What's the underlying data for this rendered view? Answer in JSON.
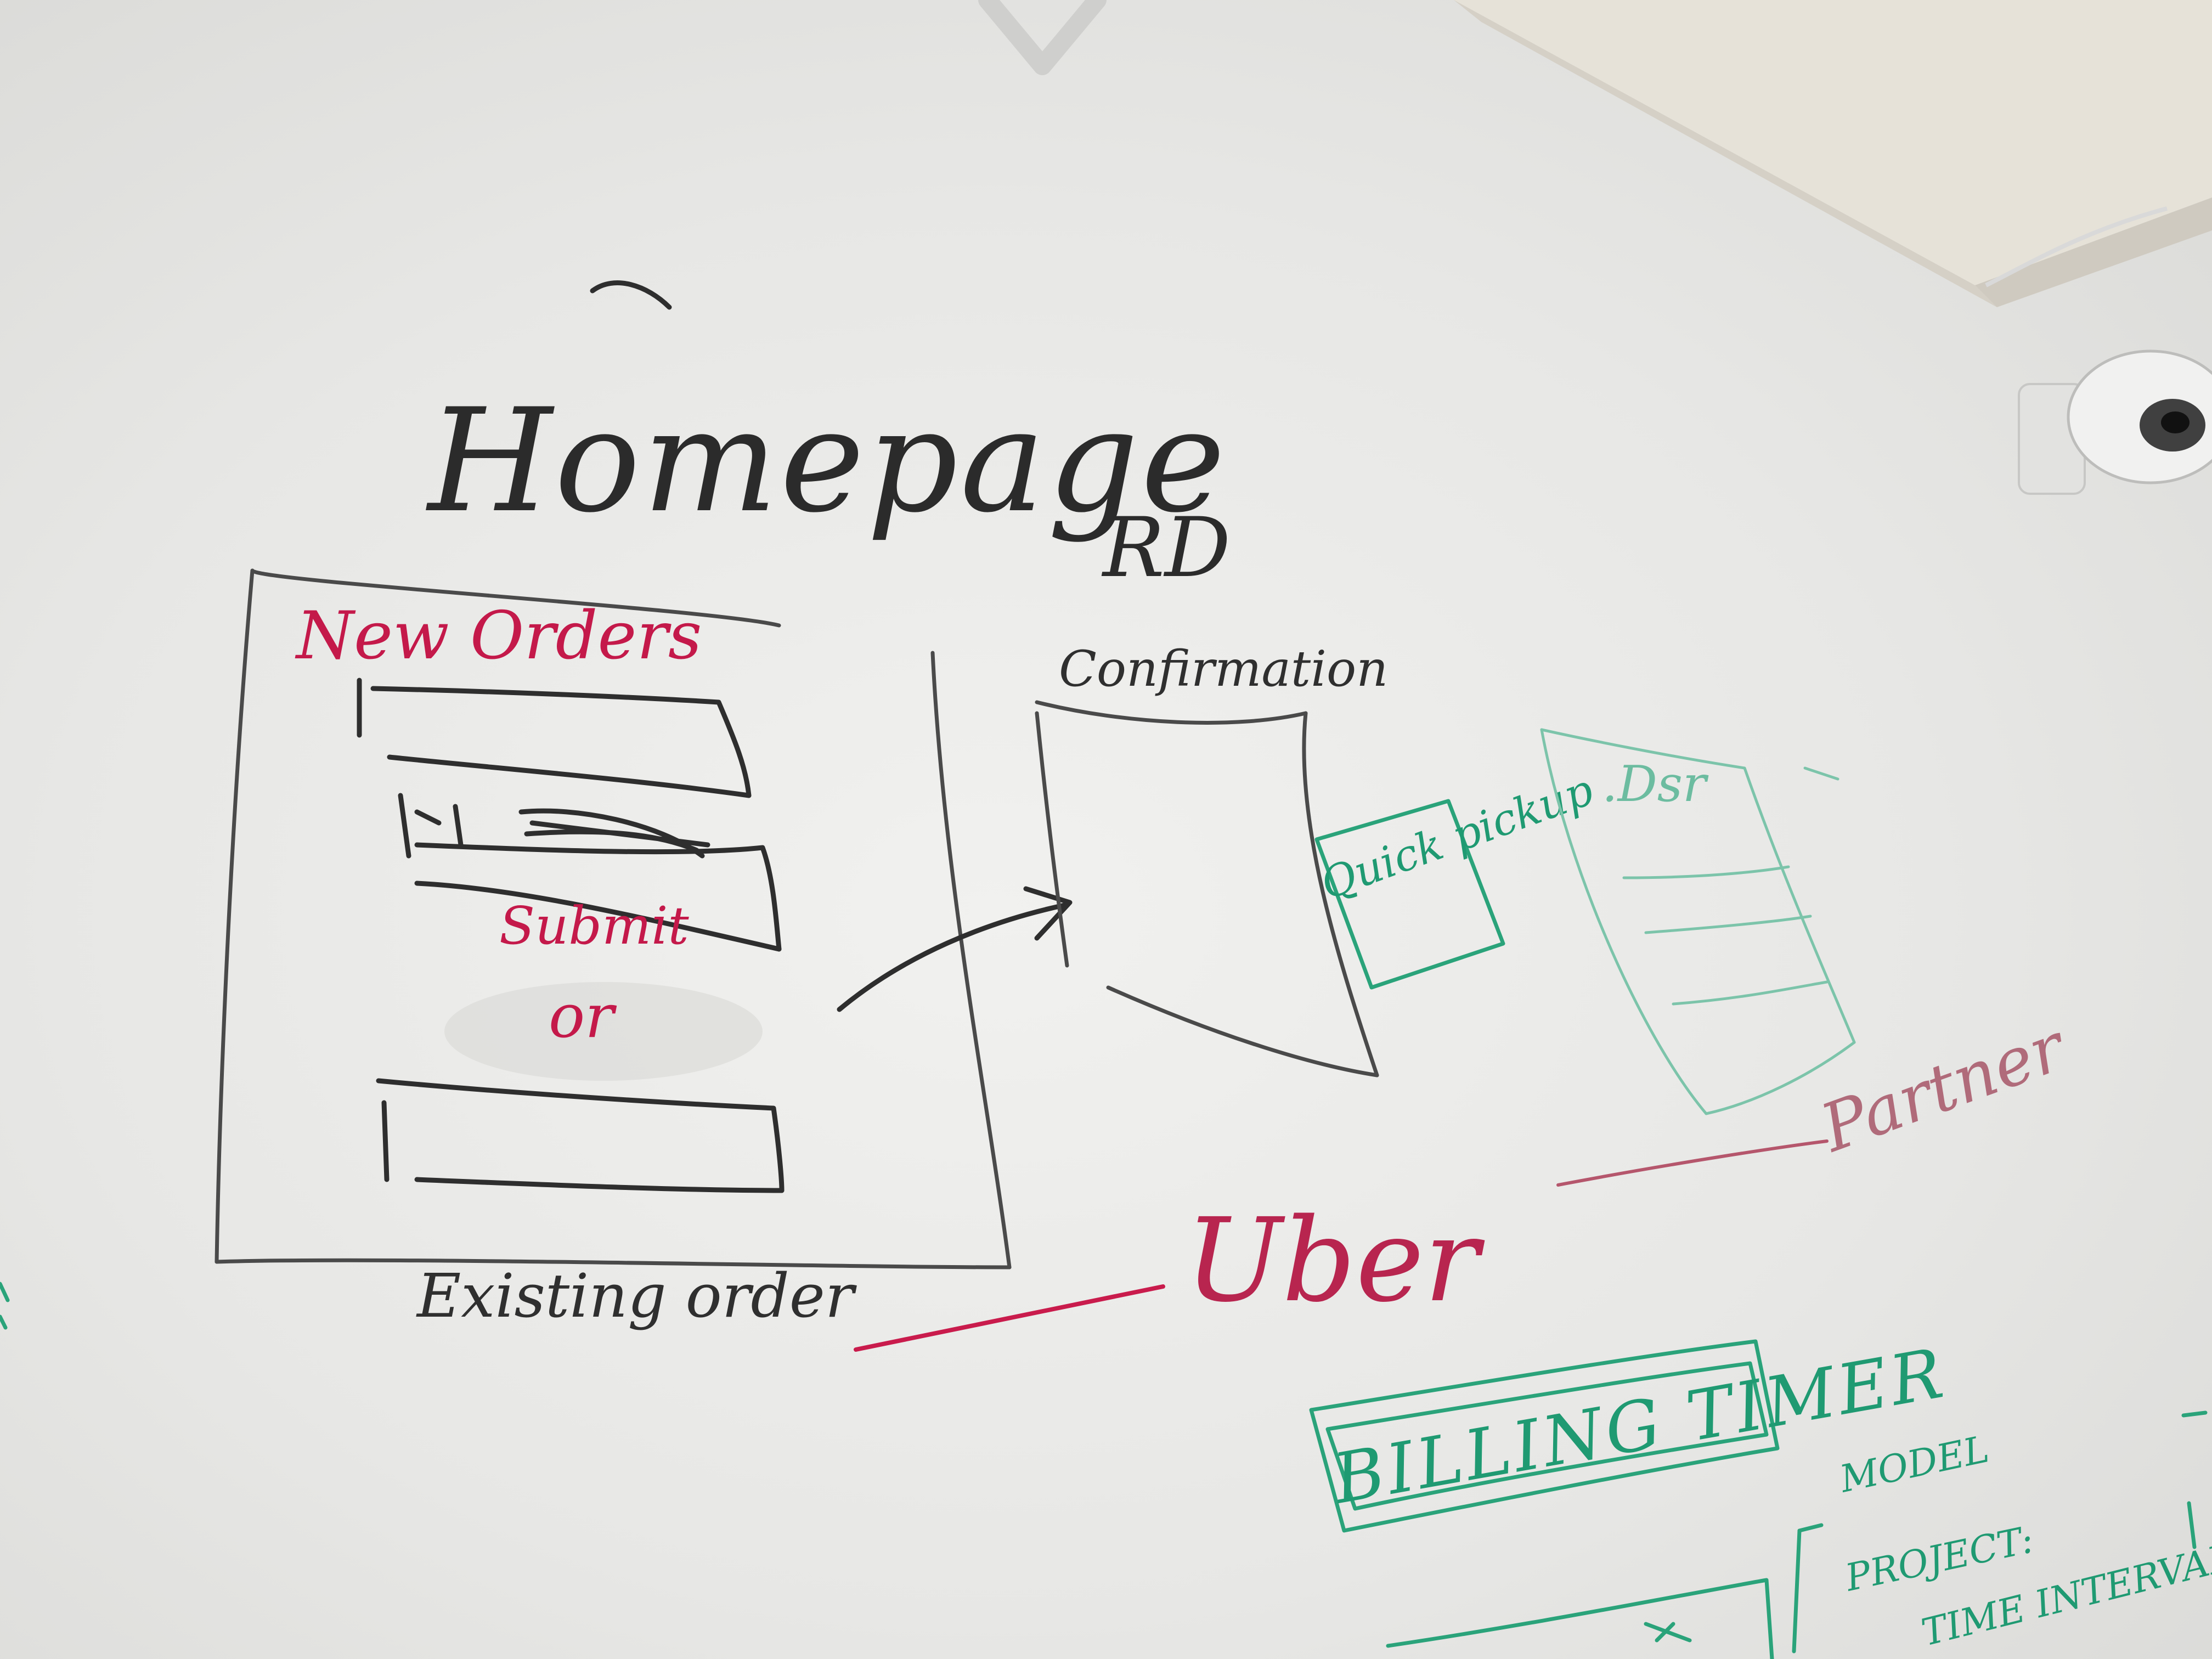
{
  "scene": {
    "description_type": "whiteboard photo",
    "colors": {
      "black_marker": "#2e2e2e",
      "red_marker": "#c4194a",
      "green_marker": "#1f9a72",
      "board": "#efefed",
      "ceiling": "#e3e0d8"
    }
  },
  "sketch": {
    "title": "Homepage",
    "rd_label": "RD",
    "new_orders": "New Orders",
    "submit": "Submit",
    "or": "or",
    "existing_order": "Existing order",
    "confirmation": "Confirmation",
    "quick_pickup": "Quick pickup",
    "uber": "Uber",
    "partner": "Partner",
    "dsr": ".Dsr"
  },
  "billing": {
    "title": "BILLING TIMER",
    "model": "MODEL",
    "project": "PROJECT:",
    "time_interval": "TIME INTERVAL"
  },
  "icons": {
    "camera": "security-camera-icon",
    "arrow": "arrow-icon"
  }
}
